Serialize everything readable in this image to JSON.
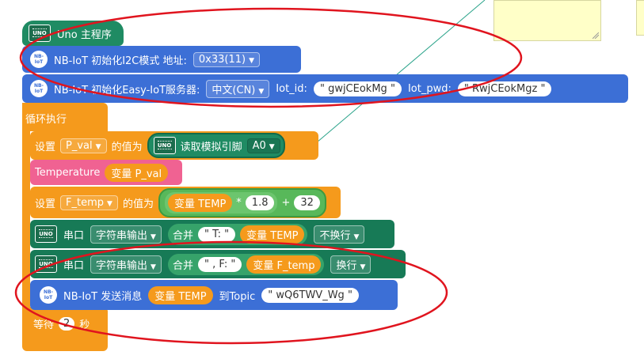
{
  "workspace": {
    "hat": {
      "icon": "UNO",
      "label": "Uno 主程序"
    },
    "nb_init_i2c": {
      "icon": "NB-IoT",
      "text": "NB-IoT 初始化I2C模式 地址:",
      "address": "0x33(11)"
    },
    "nb_init_easyiot": {
      "icon": "NB-IoT",
      "text": "NB-IoT 初始化Easy-IoT服务器:",
      "server": "中文(CN)",
      "iot_id_label": "Iot_id:",
      "iot_id": "gwjCEokMg",
      "iot_pwd_label": "Iot_pwd:",
      "iot_pwd": "RwjCEokMgz"
    },
    "loop": {
      "label": "循环执行"
    },
    "set_pval": {
      "set_label": "设置",
      "var": "P_val",
      "value_label": "的值为",
      "read_icon": "UNO",
      "read_label": "读取模拟引脚",
      "pin": "A0"
    },
    "temperature": {
      "label": "Temperature",
      "var_label": "变量 P_val"
    },
    "set_ftemp": {
      "set_label": "设置",
      "var": "F_temp",
      "value_label": "的值为",
      "var_temp": "变量 TEMP",
      "op_mul": "*",
      "num1": "1.8",
      "op_add": "+",
      "num2": "32"
    },
    "serial1": {
      "icon": "UNO",
      "label": "串口",
      "mode": "字符串输出",
      "join": "合并",
      "str": "T:",
      "var": "变量 TEMP",
      "newline": "不换行"
    },
    "serial2": {
      "icon": "UNO",
      "label": "串口",
      "mode": "字符串输出",
      "join": "合并",
      "str": ", F:",
      "var": "变量 F_temp",
      "newline": "换行"
    },
    "nb_send": {
      "icon": "NB-IoT",
      "label": "NB-IoT 发送消息",
      "var": "变量 TEMP",
      "to_topic": "到Topic",
      "topic": "wQ6TWV_Wg"
    },
    "wait": {
      "label": "等待",
      "value": "2",
      "unit": "秒"
    }
  },
  "colors": {
    "green": "#1f8b63",
    "blue": "#3c6fd6",
    "orange": "#f59a1c",
    "pink": "#f06292",
    "annotation_red": "#e0141e",
    "note_yellow": "#ffffc8"
  }
}
